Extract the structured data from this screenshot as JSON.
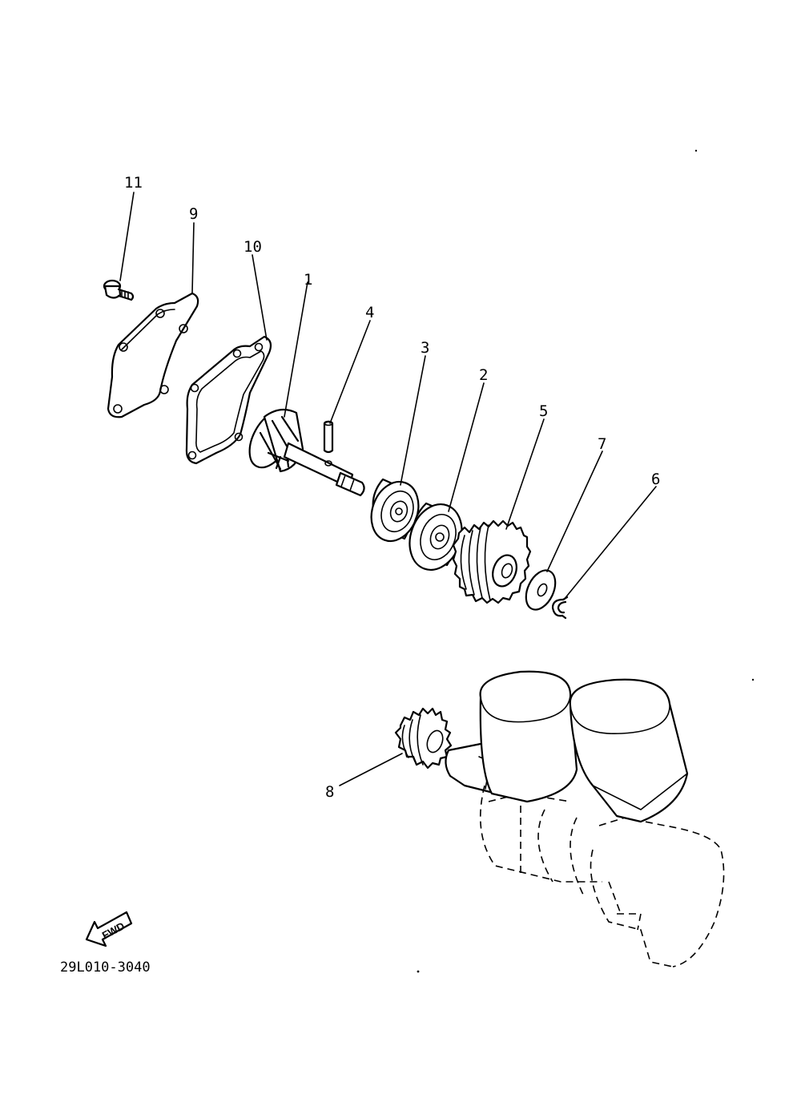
{
  "callouts": [
    {
      "id": "11",
      "label": "11"
    },
    {
      "id": "9",
      "label": "9"
    },
    {
      "id": "10",
      "label": "10"
    },
    {
      "id": "1",
      "label": "1"
    },
    {
      "id": "4",
      "label": "4"
    },
    {
      "id": "3",
      "label": "3"
    },
    {
      "id": "2",
      "label": "2"
    },
    {
      "id": "5",
      "label": "5"
    },
    {
      "id": "7",
      "label": "7"
    },
    {
      "id": "6",
      "label": "6"
    },
    {
      "id": "8",
      "label": "8"
    }
  ],
  "fwd_badge": "FWD",
  "diagram_code": "29L010-3040"
}
